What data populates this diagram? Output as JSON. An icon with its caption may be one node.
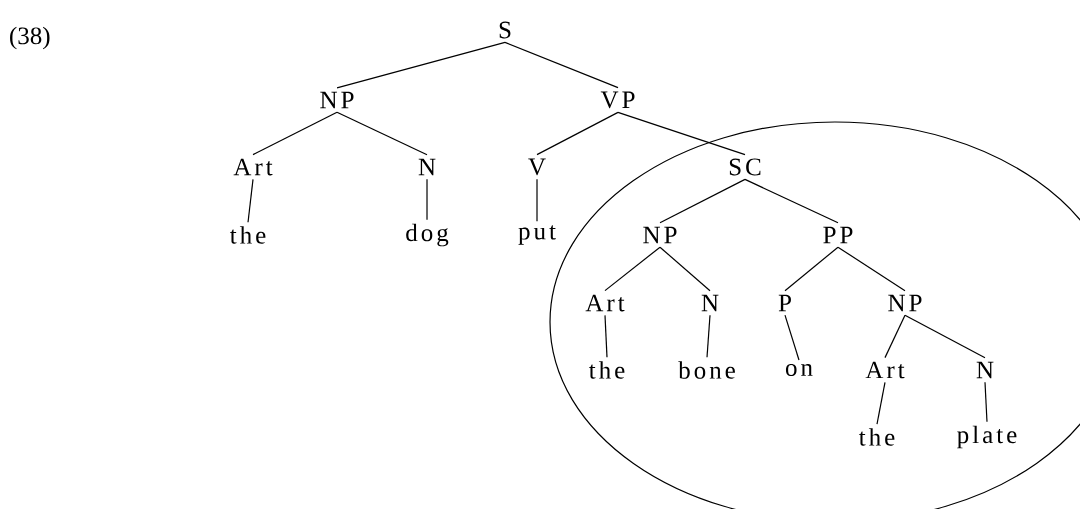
{
  "diagram": {
    "nodes": [
      {
        "text": [
          "S"
        ]
      },
      {
        "text": [
          "NP"
        ]
      },
      {
        "text": [
          "VP"
        ]
      },
      {
        "text": [
          "Art"
        ]
      },
      {
        "text": [
          "N"
        ]
      },
      {
        "text": [
          "V"
        ]
      },
      {
        "text": [
          "SC"
        ]
      },
      {
        "text": [
          "the"
        ]
      },
      {
        "text": [
          "dog"
        ]
      },
      {
        "text": [
          "put"
        ]
      },
      {
        "text": [
          "NP"
        ]
      },
      {
        "text": [
          "PP"
        ]
      },
      {
        "text": [
          "Art"
        ]
      },
      {
        "text": [
          "N"
        ]
      },
      {
        "text": [
          "P"
        ]
      },
      {
        "text": [
          "NP"
        ]
      },
      {
        "text": [
          "the"
        ]
      },
      {
        "text": [
          "bone"
        ]
      },
      {
        "text": [
          "on"
        ]
      },
      {
        "text": [
          "Art"
        ]
      },
      {
        "text": [
          "N"
        ]
      },
      {
        "text": [
          "the"
        ]
      },
      {
        "text": [
          "plate"
        ]
      }
    ],
    "edges": [
      {
        "from": 0,
        "to": 1,
        "arrow": "none"
      },
      {
        "from": 0,
        "to": 2,
        "arrow": "none"
      },
      {
        "from": 1,
        "to": 3,
        "arrow": "none"
      },
      {
        "from": 1,
        "to": 4,
        "arrow": "none"
      },
      {
        "from": 2,
        "to": 5,
        "arrow": "none"
      },
      {
        "from": 2,
        "to": 6,
        "arrow": "none"
      },
      {
        "from": 3,
        "to": 7,
        "arrow": "none"
      },
      {
        "from": 4,
        "to": 8,
        "arrow": "none"
      },
      {
        "from": 5,
        "to": 9,
        "arrow": "none"
      },
      {
        "from": 6,
        "to": 10,
        "arrow": "none"
      },
      {
        "from": 6,
        "to": 11,
        "arrow": "none"
      },
      {
        "from": 10,
        "to": 12,
        "arrow": "none"
      },
      {
        "from": 10,
        "to": 13,
        "arrow": "none"
      },
      {
        "from": 11,
        "to": 14,
        "arrow": "none"
      },
      {
        "from": 11,
        "to": 15,
        "arrow": "none"
      },
      {
        "from": 12,
        "to": 16,
        "arrow": "none"
      },
      {
        "from": 13,
        "to": 17,
        "arrow": "none"
      },
      {
        "from": 14,
        "to": 18,
        "arrow": "none"
      },
      {
        "from": 15,
        "to": 19,
        "arrow": "none"
      },
      {
        "from": 15,
        "to": 20,
        "arrow": "none"
      },
      {
        "from": 19,
        "to": 21,
        "arrow": "none"
      },
      {
        "from": 20,
        "to": 22,
        "arrow": "none"
      }
    ],
    "labels": [
      "(38)"
    ]
  }
}
